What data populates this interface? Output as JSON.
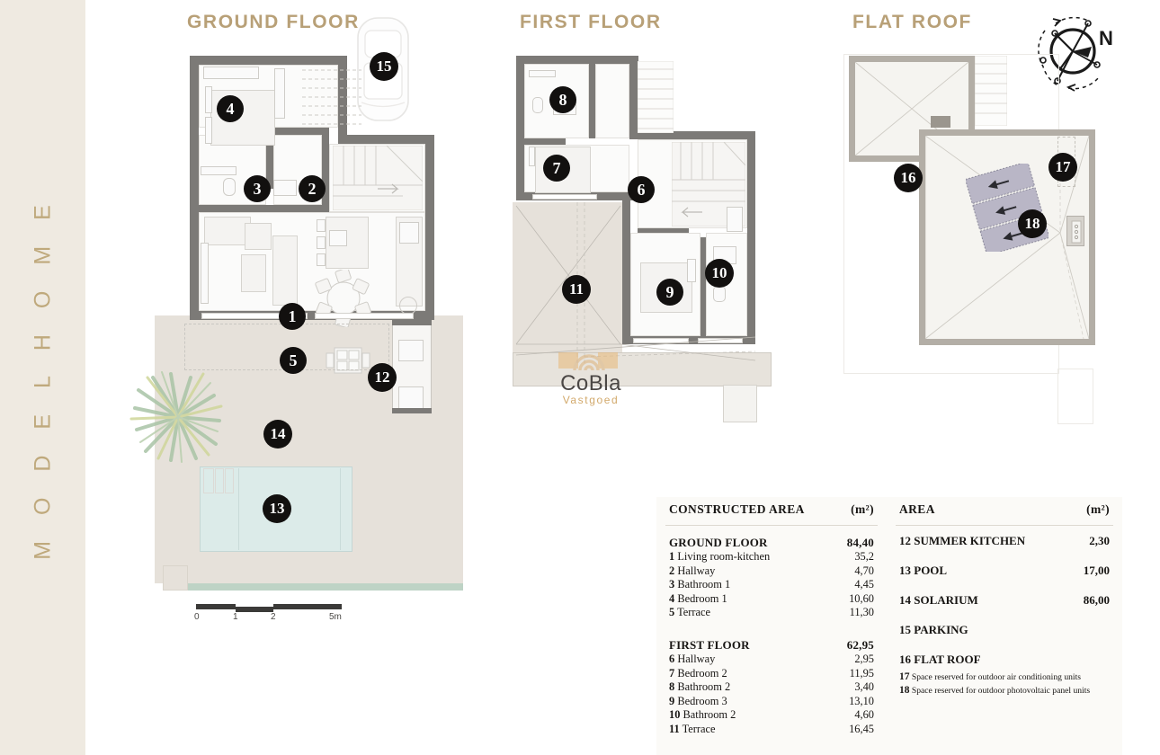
{
  "sidebar": {
    "label": "M O D E L   H O M E"
  },
  "titles": {
    "ground": "GROUND FLOOR",
    "first": "FIRST FLOOR",
    "roof": "FLAT ROOF"
  },
  "compass": {
    "north_label": "N"
  },
  "scale_bar": {
    "ticks": [
      "0",
      "1",
      "2",
      "5m"
    ]
  },
  "watermark": {
    "brand": "CoBla",
    "tagline": "Vastgoed"
  },
  "badges": {
    "b1": "1",
    "b2": "2",
    "b3": "3",
    "b4": "4",
    "b5": "5",
    "b6": "6",
    "b7": "7",
    "b8": "8",
    "b9": "9",
    "b10": "10",
    "b11": "11",
    "b12": "12",
    "b13": "13",
    "b14": "14",
    "b15": "15",
    "b16": "16",
    "b17": "17",
    "b18": "18"
  },
  "table_left": {
    "header_title": "CONSTRUCTED AREA",
    "header_unit": "(m²)",
    "groups": [
      {
        "name": "GROUND FLOOR",
        "total": "84,40",
        "rows": [
          {
            "num": "1",
            "label": "Living room-kitchen",
            "value": "35,2"
          },
          {
            "num": "2",
            "label": "Hallway",
            "value": "4,70"
          },
          {
            "num": "3",
            "label": "Bathroom 1",
            "value": "4,45"
          },
          {
            "num": "4",
            "label": "Bedroom 1",
            "value": "10,60"
          },
          {
            "num": "5",
            "label": "Terrace",
            "value": "11,30"
          }
        ]
      },
      {
        "name": "FIRST FLOOR",
        "total": "62,95",
        "rows": [
          {
            "num": "6",
            "label": "Hallway",
            "value": "2,95"
          },
          {
            "num": "7",
            "label": "Bedroom 2",
            "value": "11,95"
          },
          {
            "num": "8",
            "label": "Bathroom 2",
            "value": "3,40"
          },
          {
            "num": "9",
            "label": "Bedroom 3",
            "value": "13,10"
          },
          {
            "num": "10",
            "label": "Bathroom 2",
            "value": "4,60"
          },
          {
            "num": "11",
            "label": "Terrace",
            "value": "16,45"
          }
        ]
      }
    ]
  },
  "table_right": {
    "header_title": "AREA",
    "header_unit": "(m²)",
    "entries": [
      {
        "num": "12",
        "label": "SUMMER KITCHEN",
        "value": "2,30"
      },
      {
        "num": "13",
        "label": "POOL",
        "value": "17,00"
      },
      {
        "num": "14",
        "label": "SOLARIUM",
        "value": "86,00"
      },
      {
        "num": "15",
        "label": "PARKING",
        "value": ""
      },
      {
        "num": "16",
        "label": "FLAT ROOF",
        "value": ""
      }
    ],
    "notes": [
      {
        "num": "17",
        "text": "Space reserved for outdoor air conditioning units"
      },
      {
        "num": "18",
        "text": "Space reserved for outdoor photovoltaic panel units"
      }
    ]
  },
  "colors": {
    "sidebar_bg": "#efeae1",
    "title_gold": "#b8a077",
    "wall_dark": "#7c7a77",
    "wall_light": "#b3aea6",
    "terrace": "#e6e1da",
    "garden": "#bed3c5",
    "pool": "#dcebe9",
    "badge": "#12100f",
    "panel_pv": "#b9b6c6",
    "table_bg": "#fbfaf7"
  }
}
